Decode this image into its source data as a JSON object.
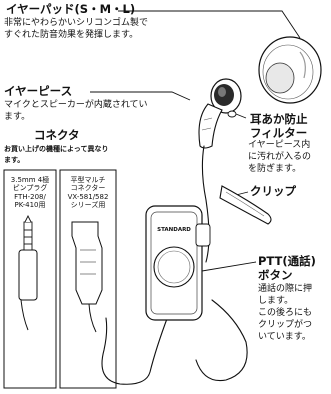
{
  "ear_pad": {
    "title": "イヤーパッド(S・M・L)",
    "desc_lines": [
      "非常にやわらかいシリコンゴム製で",
      "すぐれた防音効果を発揮します。"
    ]
  },
  "ear_piece": {
    "title": "イヤーピース",
    "desc_lines": [
      "マイクとスピーカーが内蔵されてい",
      "ます。"
    ]
  },
  "earwax_filter": {
    "title_lines": [
      "耳あか防止",
      "フィルター"
    ],
    "desc_lines": [
      "イヤーピース内",
      "に汚れが入るの",
      "を防ぎます。"
    ]
  },
  "connector": {
    "title": "コネクタ",
    "desc_lines": [
      "お買い上げの機種によって異なり",
      "ます。"
    ],
    "plugs": [
      {
        "label_lines": [
          "3.5mm 4極",
          "ピンプラグ",
          "FTH-208/",
          "PK-410用"
        ]
      },
      {
        "label_lines": [
          "平型マルチ",
          "コネクター",
          "VX-581/582",
          "シリーズ用"
        ]
      }
    ]
  },
  "clip": {
    "title": "クリップ"
  },
  "ptt": {
    "title_lines": [
      "PTT(通話)",
      "ボタン"
    ],
    "desc_lines": [
      "通話の際に押",
      "します。",
      "この後ろにも",
      "クリップがつ",
      "いています。"
    ]
  },
  "device": {
    "brand": "STANDARD"
  }
}
